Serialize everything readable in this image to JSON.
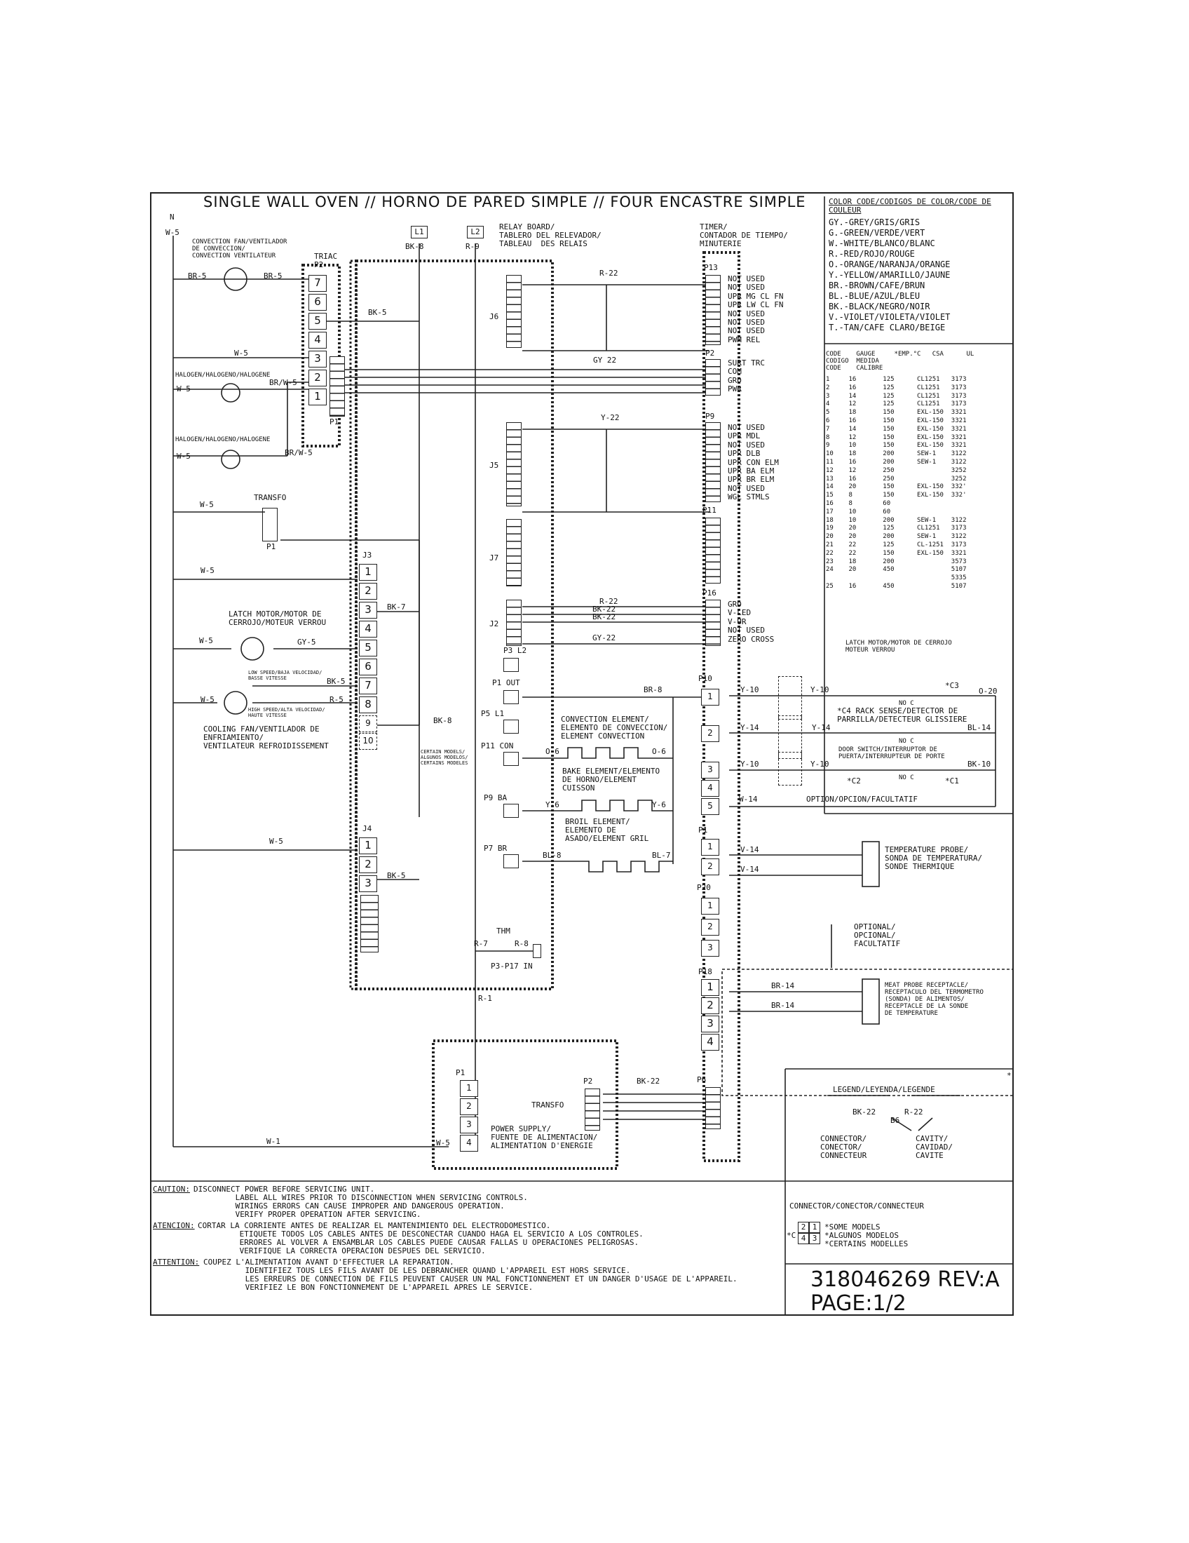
{
  "title": "SINGLE WALL OVEN // HORNO DE PARED SIMPLE // FOUR ENCASTRE SIMPLE",
  "color_code": {
    "heading": "COLOR CODE/CODIGOS DE COLOR/CODE DE COULEUR",
    "lines": "GY.-GREY/GRIS/GRIS\nG.-GREEN/VERDE/VERT\nW.-WHITE/BLANCO/BLANC\nR.-RED/ROJO/ROUGE\nO.-ORANGE/NARANJA/ORANGE\nY.-YELLOW/AMARILLO/JAUNE\nBR.-BROWN/CAFE/BRUN\nBL.-BLUE/AZUL/BLEU\nBK.-BLACK/NEGRO/NOIR\nV.-VIOLET/VIOLETA/VIOLET\nT.-TAN/CAFE CLARO/BEIGE"
  },
  "gauge_table": {
    "header": "CODE    GAUGE     *EMP.°C   CSA      UL\nCODIGO  MEDIDA\nCODE    CALIBRE",
    "rows": "1     16       125      CL1251   3173\n2     16       125      CL1251   3173\n3     14       125      CL1251   3173\n4     12       125      CL1251   3173\n5     18       150      EXL-150  3321\n6     16       150      EXL-150  3321\n7     14       150      EXL-150  3321\n8     12       150      EXL-150  3321\n9     10       150      EXL-150  3321\n10    18       200      SEW-1    3122\n11    16       200      SEW-1    3122\n12    12       250               3252\n13    16       250               3252\n14    20       150      EXL-150  332'\n15    8        150      EXL-150  332'\n16    8        60\n17    10       60\n18    10       200      SEW-1    3122\n19    20       125      CL1251   3173\n20    20       200      SEW-1    3122\n21    22       125      CL-1251  3173\n22    22       150      EXL-150  3321\n23    18       200               3573\n24    20       450               5107\n                                 5335\n25    16       450               5107"
  },
  "labels": {
    "n": "N",
    "w5": "W-5",
    "conv_fan": "CONVECTION FAN/VENTILADOR\nDE CONVECCION/\nCONVECTION VENTILATEUR",
    "triac": "TRIAC",
    "p2": "P2",
    "br5": "BR-5",
    "halogen": "HALOGEN/HALOGENO/HALOGENE",
    "brw5": "BR/W-5",
    "p1": "P1",
    "transfo": "TRANSFO",
    "l1": "L1",
    "l2": "L2",
    "bk8": "BK-8",
    "r9": "R-9",
    "bk5": "BK-5",
    "bk7": "BK-7",
    "relay_board": "RELAY BOARD/\nTABLERO DEL RELEVADOR/\nTABLEAU  DES RELAIS",
    "timer": "TIMER/\nCONTADOR DE TIEMPO/\nMINUTERIE",
    "r22": "R-22",
    "gy22": "GY 22",
    "y22": "Y-22",
    "bk22": "BK-22",
    "gy22b": "GY-22",
    "j6": "J6",
    "j5": "J5",
    "j7": "J7",
    "j2": "J2",
    "j3": "J3",
    "j4": "J4",
    "p13": "P13",
    "p9": "P9",
    "p11": "P11",
    "p16": "P16",
    "p10": "P10",
    "p20": "P20",
    "p18": "P18",
    "p6": "P6",
    "p13_lines": "NOT USED\nNOT USED\nUPR MG CL FN\nUPR LW CL FN\nNOT USED\nNOT USED\nNOT USED\nPWM REL",
    "p2_lines": "SURT TRC\nCOM\nGRD\nPWR",
    "p9_lines": "NOT USED\nUPR MDL\nNOT USED\nUPR DLB\nUPR CON ELM\nUPR BA ELM\nUPR BR ELM\nNOT USED\nWGL STMLS",
    "p16_lines": "GRD\nV-LED\nV-UR\nNOT USED\nZERO CROSS",
    "latch": "LATCH MOTOR/MOTOR DE\nCERROJO/MOTEUR VERROU",
    "gy5": "GY-5",
    "low_speed": "LOW SPEED/BAJA VELOCIDAD/\nBASSE VITESSE",
    "high_speed": "HIGH SPEED/ALTA VELOCIDAD/\nHAUTE VITESSE",
    "r5": "R-5",
    "cooling_fan": "COOLING FAN/VENTILADOR DE\nENFRIAMIENTO/\nVENTILATEUR REFROIDISSEMENT",
    "certain": "CERTAIN MODELS/\nALGUNOS MODELOS/\nCERTAINS MODELES",
    "p3l2": "P3 L2",
    "p1out": "P1 OUT",
    "p5l1": "P5 L1",
    "p11con": "P11 CON",
    "p9ba": "P9 BA",
    "p7br": "P7 BR",
    "br8": "BR-8",
    "o6": "O-6",
    "y6": "Y-6",
    "bl8": "BL-8",
    "bl7": "BL-7",
    "conv_elem": "CONVECTION ELEMENT/\nELEMENTO DE CONVECCION/\nELEMENT CONVECTION",
    "bake_elem": "BAKE ELEMENT/ELEMENTO\nDE HORNO/ELEMENT\nCUISSON",
    "broil_elem": "BROIL ELEMENT/\nELEMENTO DE\nASADO/ELEMENT GRIL",
    "thm": "THM",
    "r7": "R-7",
    "r8": "R-8",
    "p3p17": "P3-P17 IN",
    "r1": "R-1",
    "w1": "W-1",
    "latch_right": "LATCH MOTOR/MOTOR DE CERROJO\nMOTEUR VERROU",
    "y10": "Y-10",
    "y14": "Y-14",
    "w14": "W-14",
    "o20": "O-20",
    "bl14": "BL-14",
    "bk10": "BK-10",
    "c3": "*C3",
    "c2": "*C2",
    "c1": "*C1",
    "no_c": "NO C",
    "rack": "*C4 RACK SENSE/DETECTOR DE\nPARRILLA/DETECTEUR GLISSIERE",
    "door": "DOOR SWITCH/INTERRUPTOR DE\nPUERTA/INTERRUPTEUR DE PORTE",
    "option": "OPTION/OPCION/FACULTATIF",
    "v14": "V-14",
    "temp_probe": "TEMPERATURE PROBE/\nSONDA DE TEMPERATURA/\nSONDE THERMIQUE",
    "optional": "OPTIONAL/\nOPCIONAL/\nFACULTATIF",
    "br14": "BR-14",
    "meat_probe": "MEAT PROBE RECEPTACLE/\nRECEPTACULO DEL TERMOMETRO\n(SONDA) DE ALIMENTOS/\nRECEPTACLE DE LA SONDE\nDE TEMPERATURE",
    "power_supply": "POWER SUPPLY/\nFUENTE DE ALIMENTACION/\nALIMENTATION D'ENERGIE",
    "k1": "1",
    "k2": "2"
  },
  "legend": {
    "title": "LEGEND/LEYENDA/LEGENDE",
    "bk22": "BK-22",
    "r22": "R-22",
    "b6": "B6",
    "connector": "CONNECTOR/\nCONECTOR/\nCONNECTEUR",
    "cavity": "CAVITY/\nCAVIDAD/\nCAVITE",
    "star": "*",
    "conn_title": "CONNECTOR/CONECTOR/CONNECTEUR",
    "c_mark": "*C",
    "p2": "2",
    "p1": "1",
    "p4": "4",
    "p3": "3",
    "models": "*SOME MODELS\n*ALGUNOS MODELOS\n*CERTAINS MODELLES"
  },
  "caution": {
    "c1_head": "CAUTION:",
    "c1": "DISCONNECT POWER BEFORE SERVICING UNIT.\n         LABEL ALL WIRES PRIOR TO DISCONNECTION WHEN SERVICING CONTROLS.\n         WIRINGS ERRORS CAN CAUSE IMPROPER AND DANGEROUS OPERATION.\n         VERIFY PROPER OPERATION AFTER SERVICING.",
    "c2_head": "ATENCION:",
    "c2": "CORTAR LA CORRIENTE ANTES DE REALIZAR EL MANTENIMIENTO DEL ELECTRODOMESTICO.\n         ETIQUETE TODOS LOS CABLES ANTES DE DESCONECTAR CUANDO HAGA EL SERVICIO A LOS CONTROLES.\n         ERRORES AL VOLVER A ENSAMBLAR LOS CABLES PUEDE CAUSAR FALLAS U OPERACIONES PELIGROSAS.\n         VERIFIQUE LA CORRECTA OPERACION DESPUES DEL SERVICIO.",
    "c3_head": "ATTENTION:",
    "c3": "COUPEZ L'ALIMENTATION AVANT D'EFFECTUER LA REPARATION.\n         IDENTIFIEZ TOUS LES FILS AVANT DE LES DEBRANCHER QUAND L'APPAREIL EST HORS SERVICE.\n         LES ERREURS DE CONNECTION DE FILS PEUVENT CAUSER UN MAL FONCTIONNEMENT ET UN DANGER D'USAGE DE L'APPAREIL.\n         VERIFIEZ LE BON FONCTIONNEMENT DE L'APPAREIL APRES LE SERVICE."
  },
  "part_number": "318046269 REV:A",
  "page": "PAGE:1/2",
  "pins": {
    "n1": "1",
    "n2": "2",
    "n3": "3",
    "n4": "4",
    "n5": "5",
    "n6": "6",
    "n7": "7",
    "n8": "8",
    "n9": "9",
    "n10": "10"
  }
}
